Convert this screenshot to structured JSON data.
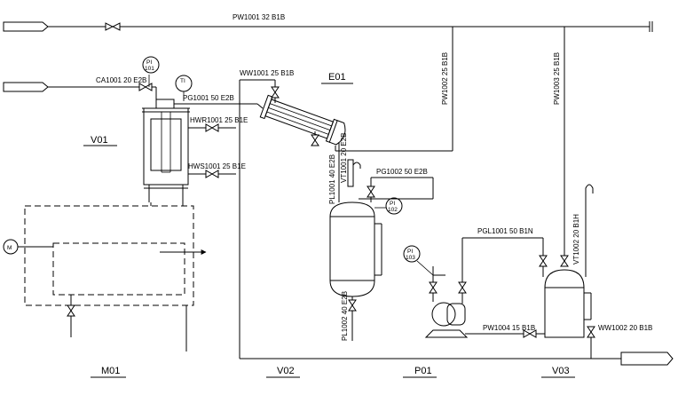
{
  "pipe_labels": {
    "pw1001": "PW1001 32 B1B",
    "pw1002": "PW1002 25 B1B",
    "pw1003": "PW1003 25 B1B",
    "ca1001": "CA1001 20 E2B",
    "ww1001": "WW1001 25 B1B",
    "pg1001": "PG1001 50 E2B",
    "hwr1001": "HWR1001 25 B1E",
    "hws1001": "HWS1001 25 B1E",
    "pl1001": "PL1001 40 E2B",
    "vt1001": "VT1001 20 E2B",
    "pg1002": "PG1002 50 E2B",
    "pl1002": "PL1002 40 E2B",
    "pgl1001": "PGL1001 50 B1N",
    "vt1002": "VT1002 20 B1H",
    "pw1004": "PW1004 15 B1B",
    "ww1002": "WW1002 20 B1B"
  },
  "equipment": {
    "v01": {
      "tag": "V01",
      "name": ""
    },
    "e01": {
      "tag": "E01",
      "name": ""
    },
    "m01": {
      "tag": "M01",
      "name": ""
    },
    "v02": {
      "tag": "V02",
      "name": ""
    },
    "p01": {
      "tag": "P01",
      "name": ""
    },
    "v03": {
      "tag": "V03",
      "name": ""
    }
  },
  "instruments": {
    "pi101": {
      "type": "PI",
      "num": "101"
    },
    "ti101": {
      "type": "TI",
      "num": ""
    },
    "pi102": {
      "type": "PI",
      "num": "102"
    },
    "pi103": {
      "type": "PI",
      "num": "103"
    }
  },
  "motor": {
    "symbol": "M"
  },
  "colors": {
    "line": "#000000",
    "background": "#ffffff"
  },
  "icons": {
    "valve": "bowtie-valve-icon",
    "motor": "motor-circle-icon",
    "arrow": "flow-arrow-icon",
    "offpage": "offpage-connector-icon"
  }
}
